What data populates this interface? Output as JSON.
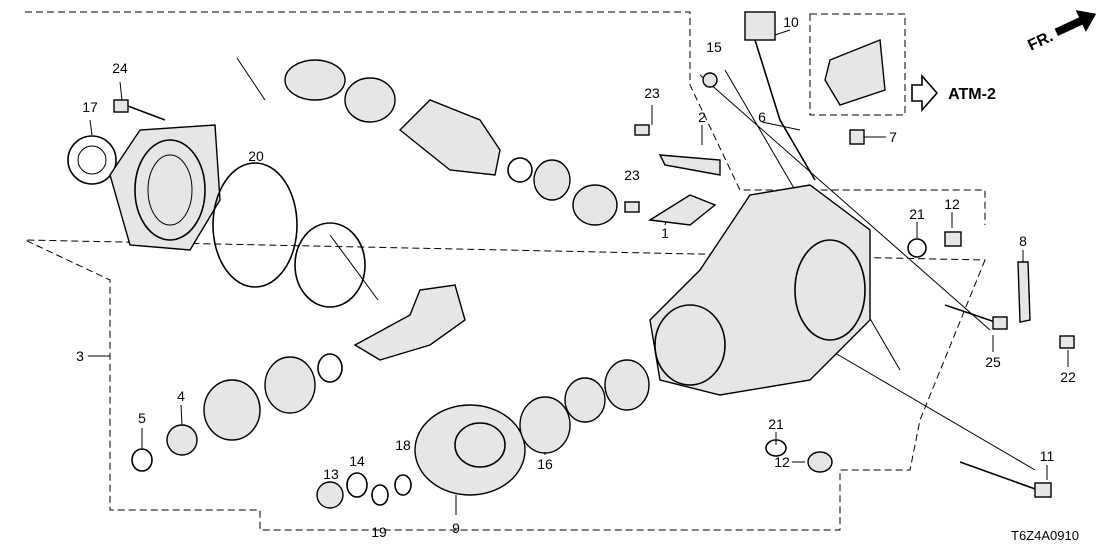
{
  "diagram": {
    "code": "T6Z4A0910",
    "reference": "ATM-2",
    "direction": "FR.",
    "callouts": [
      "10",
      "15",
      "24",
      "17",
      "23",
      "2",
      "6",
      "7",
      "20",
      "23",
      "21",
      "12",
      "8",
      "1",
      "3",
      "25",
      "22",
      "4",
      "5",
      "18",
      "14",
      "13",
      "21",
      "12",
      "16",
      "11",
      "19",
      "9"
    ]
  },
  "colors": {
    "line": "#000000",
    "fill": "#e6e6e6"
  }
}
